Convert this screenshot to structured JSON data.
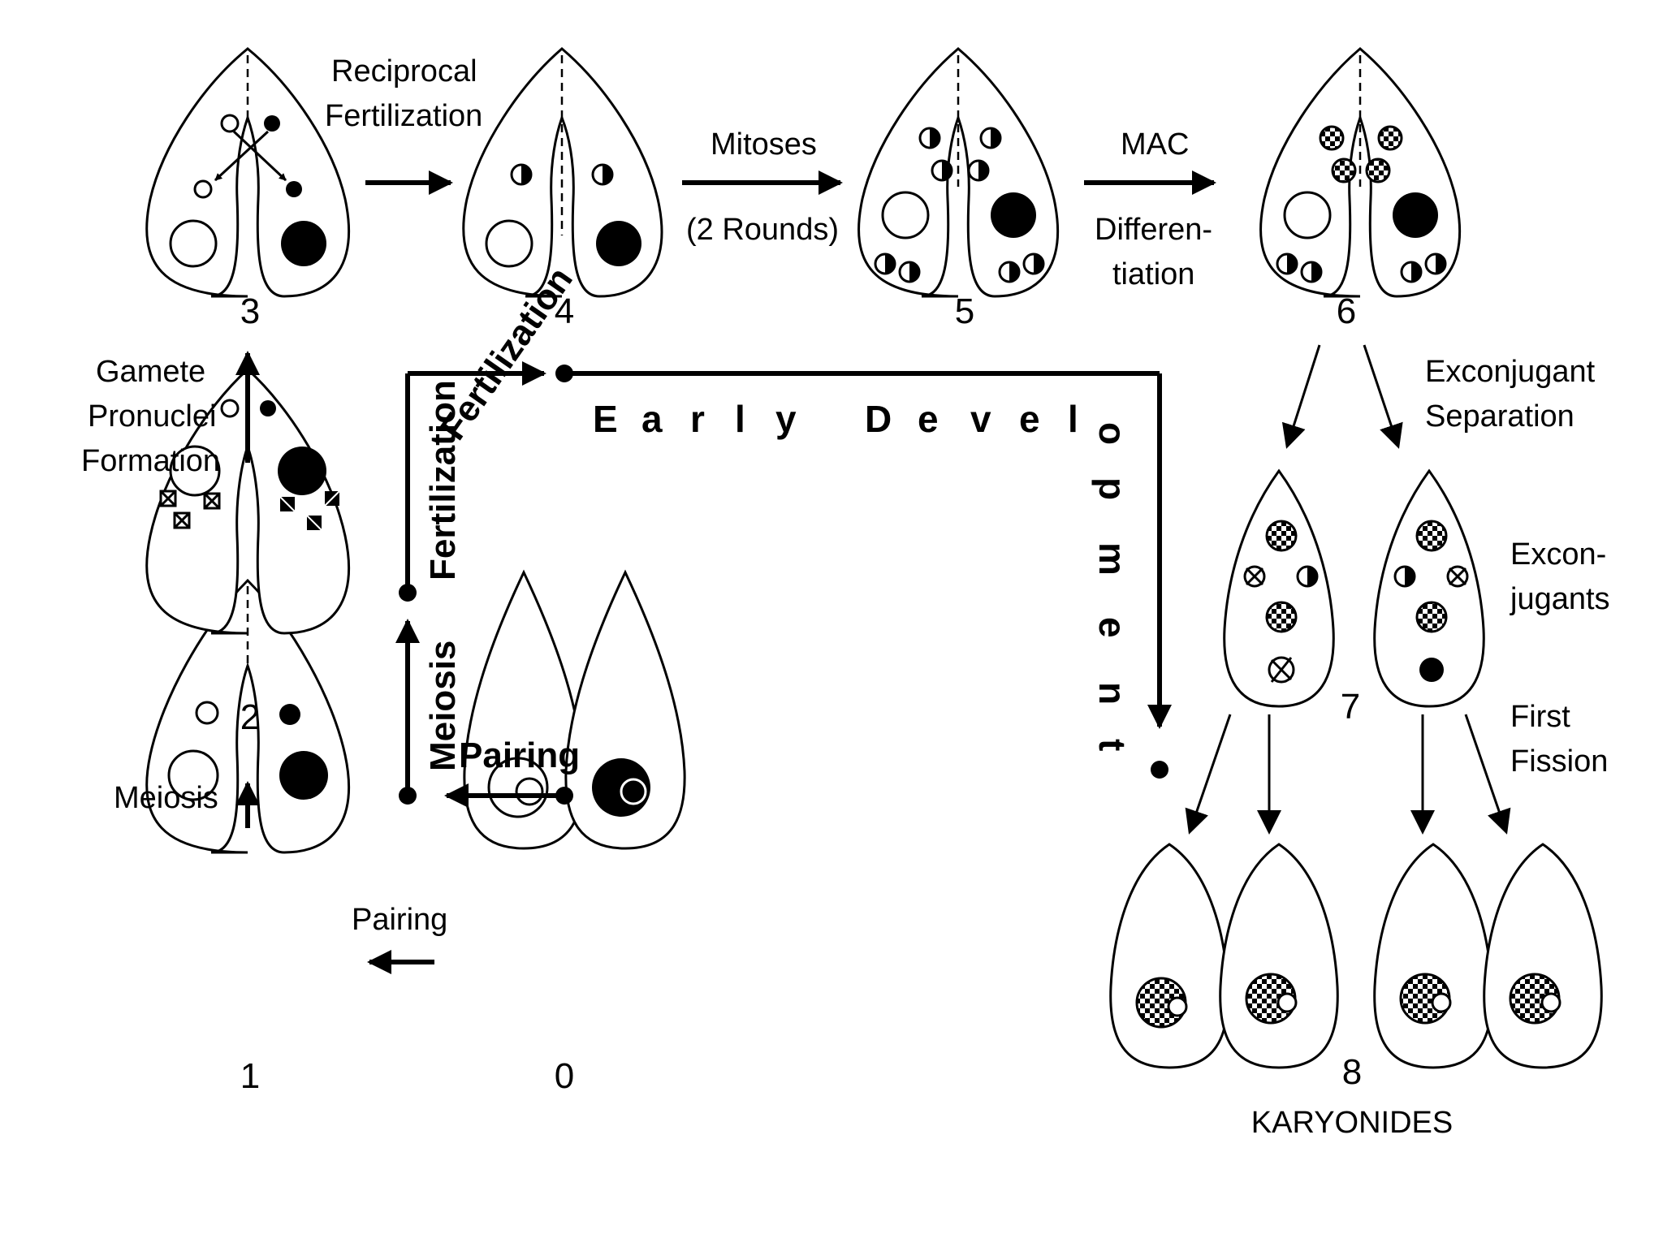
{
  "labels": {
    "stage0": "0",
    "stage1": "1",
    "stage2": "2",
    "stage3": "3",
    "stage4": "4",
    "stage5": "5",
    "stage6": "6",
    "stage7": "7",
    "stage8": "8",
    "karyonides": "KARYONIDES",
    "pairing_bottom": "Pairing",
    "meiosis": "Meiosis",
    "gamete_1": "Gamete",
    "gamete_2": "Pronuclei",
    "gamete_3": "Formation",
    "reciprocal_1": "Reciprocal",
    "reciprocal_2": "Fertilization",
    "mitoses_1": "Mitoses",
    "mitoses_2": "(2 Rounds)",
    "mac_1": "MAC",
    "mac_2": "Differen-",
    "mac_3": "tiation",
    "excon_sep_1": "Exconjugant",
    "excon_sep_2": "Separation",
    "excon_1": "Excon-",
    "excon_2": "jugants",
    "fission_1": "First",
    "fission_2": "Fission"
  },
  "timeline": {
    "pairing": "Pairing",
    "meiosis": "Meiosis",
    "fertilization_vertical": "Fertilization",
    "fertilization_curve": "Fertilization",
    "early_letters": [
      "E",
      "a",
      "r",
      "l",
      "y"
    ],
    "devel_letters": [
      "D",
      "e",
      "v",
      "e",
      "l"
    ],
    "opment_letters": [
      "o",
      "p",
      "m",
      "e",
      "n",
      "t"
    ]
  }
}
